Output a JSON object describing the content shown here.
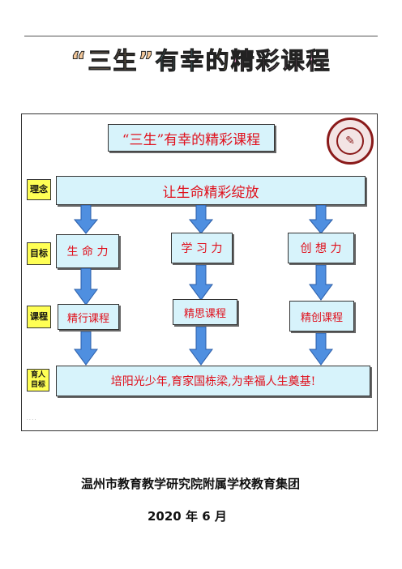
{
  "page_title": {
    "parts": [
      {
        "text": "“三生”",
        "color": "#f4c89a"
      },
      {
        "text": "有幸",
        "color": "#6fd2e6"
      },
      {
        "text": "的",
        "color": "#ffe566"
      },
      {
        "text": "精彩课程",
        "color": "#f3a2d3"
      }
    ]
  },
  "diagram": {
    "title": "“三生”有幸的精彩课程",
    "concept": "让生命精彩绽放",
    "goals": [
      "生 命 力",
      "学 习 力",
      "创 想 力"
    ],
    "courses": [
      "精行课程",
      "精思课程",
      "精创课程"
    ],
    "mission": "培阳光少年,育家国栋梁,为幸福人生奠基!",
    "row_labels": [
      "理念",
      "目标",
      "课程",
      "育人目标"
    ],
    "seal_icon": "school-seal-icon"
  },
  "footer": {
    "organization": "温州市教育教学研究院附属学校教育集团",
    "date": "2020 年 6 月"
  },
  "colors": {
    "box_fill": "#d7f3fb",
    "box_text": "#e0101c",
    "label_fill": "#ffff55",
    "arrow": "#4f8fe0"
  }
}
